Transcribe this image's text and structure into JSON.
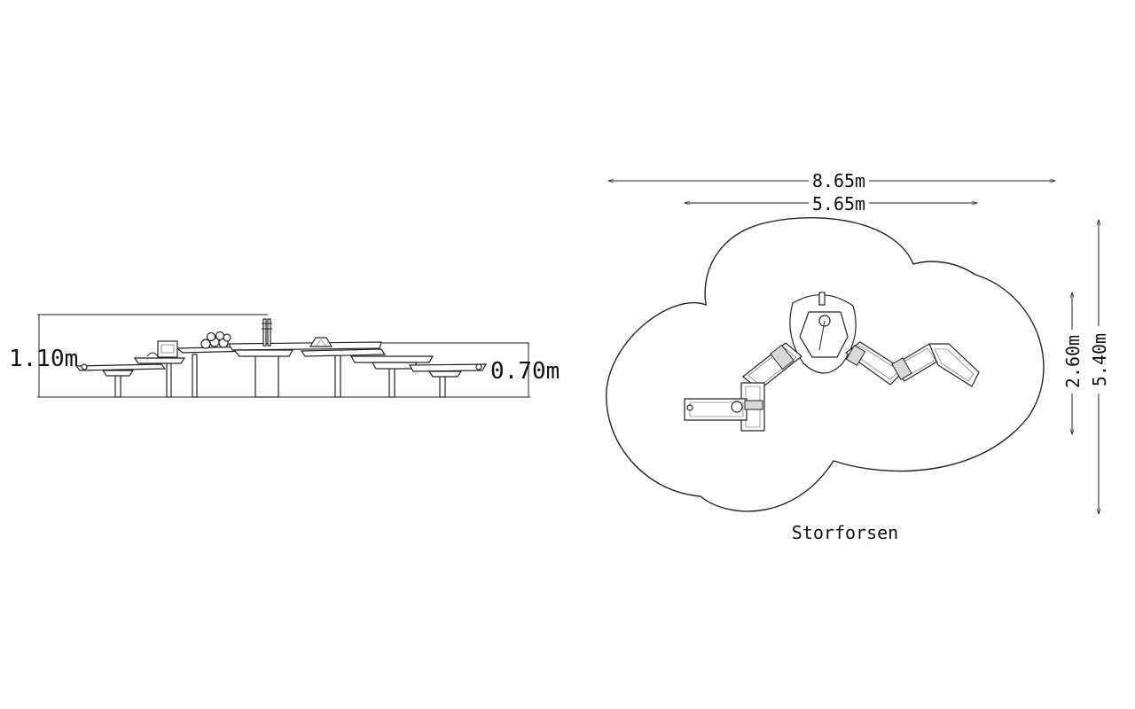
{
  "side_view": {
    "height_total": "1.10m",
    "height_platform": "0.70m"
  },
  "top_view": {
    "length_total": "8.65m",
    "length_structure": "5.65m",
    "width_structure": "2.60m",
    "width_total": "5.40m"
  },
  "product_name": "Storforsen"
}
